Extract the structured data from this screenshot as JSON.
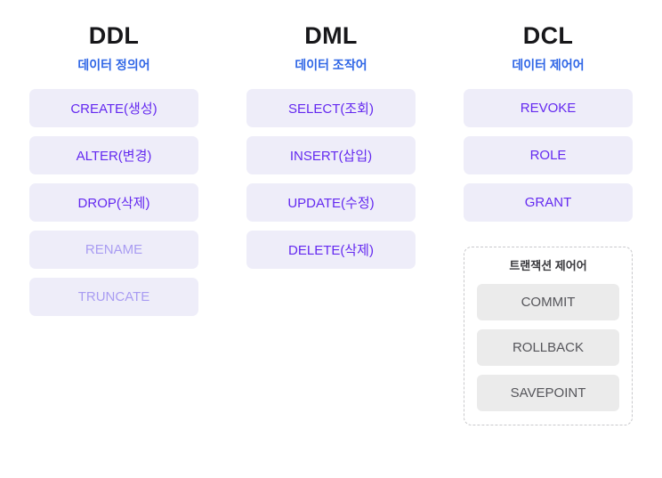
{
  "diagram": {
    "background_color": "#ffffff",
    "accent_color": "#6429f0",
    "accent_dim_color": "#a99cf2",
    "subtitle_color": "#2f66e6",
    "box_fill_color": "#eeedf9",
    "txn_box_fill_color": "#ebebeb",
    "txn_border_color": "#c9c9cc"
  },
  "columns": [
    {
      "title": "DDL",
      "subtitle": "데이터 정의어",
      "commands": [
        {
          "label": "CREATE(생성)",
          "dim": false
        },
        {
          "label": "ALTER(변경)",
          "dim": false
        },
        {
          "label": "DROP(삭제)",
          "dim": false
        },
        {
          "label": "RENAME",
          "dim": true
        },
        {
          "label": "TRUNCATE",
          "dim": true
        }
      ]
    },
    {
      "title": "DML",
      "subtitle": "데이터 조작어",
      "commands": [
        {
          "label": "SELECT(조회)",
          "dim": false
        },
        {
          "label": "INSERT(삽입)",
          "dim": false
        },
        {
          "label": "UPDATE(수정)",
          "dim": false
        },
        {
          "label": "DELETE(삭제)",
          "dim": false
        }
      ]
    },
    {
      "title": "DCL",
      "subtitle": "데이터 제어어",
      "commands": [
        {
          "label": "REVOKE",
          "dim": false
        },
        {
          "label": "ROLE",
          "dim": false
        },
        {
          "label": "GRANT",
          "dim": false
        }
      ],
      "transaction_group": {
        "title": "트랜잭션 제어어",
        "commands": [
          {
            "label": "COMMIT"
          },
          {
            "label": "ROLLBACK"
          },
          {
            "label": "SAVEPOINT"
          }
        ]
      }
    }
  ]
}
